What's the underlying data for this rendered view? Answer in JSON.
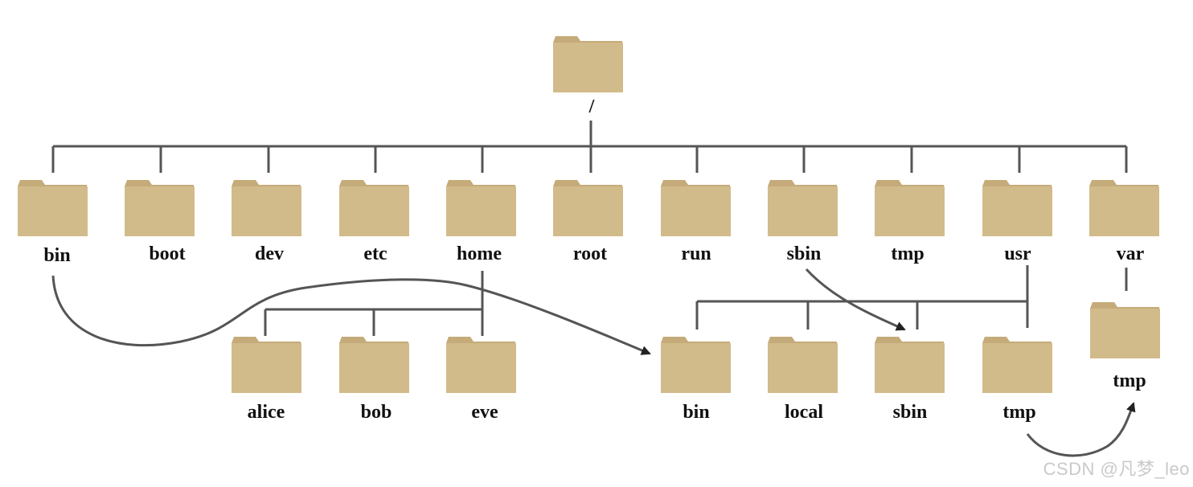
{
  "colors": {
    "folder_body": "#d2bb8a",
    "folder_tab": "#c4ab79",
    "line": "#555555",
    "arrow": "#444444"
  },
  "nodes": {
    "root": "/",
    "bin": "bin",
    "boot": "boot",
    "dev": "dev",
    "etc": "etc",
    "home": "home",
    "root_dir": "root",
    "run": "run",
    "sbin": "sbin",
    "tmp": "tmp",
    "usr": "usr",
    "var": "var",
    "alice": "alice",
    "bob": "bob",
    "eve": "eve",
    "usr_bin": "bin",
    "usr_local": "local",
    "usr_sbin": "sbin",
    "usr_tmp": "tmp",
    "var_tmp": "tmp"
  },
  "watermark": "CSDN @凡梦_leo"
}
